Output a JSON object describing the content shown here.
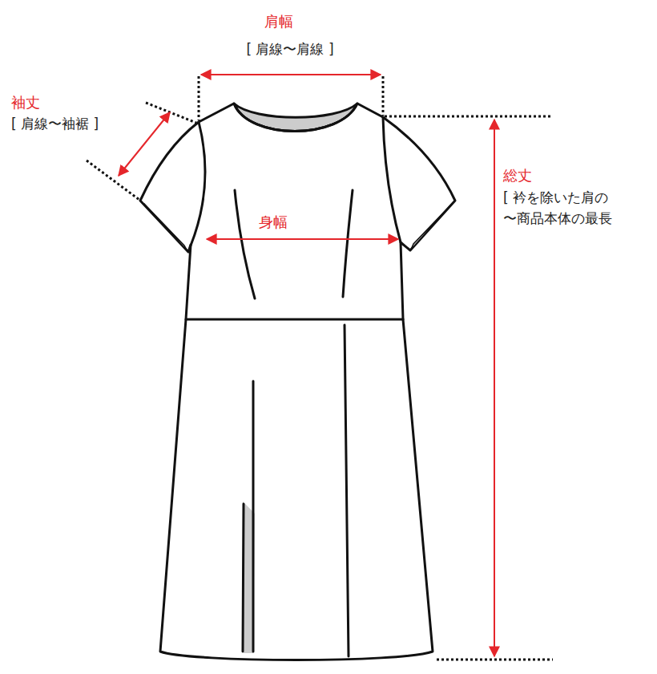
{
  "diagram": {
    "labels": [
      "肩幅",
      "[ 肩線〜肩線 ]",
      "袖丈",
      "[ 肩線〜袖裾 ]",
      "身幅",
      "総丈",
      "[ 衿を除いた肩の 〜商品本体の最長"
    ]
  }
}
